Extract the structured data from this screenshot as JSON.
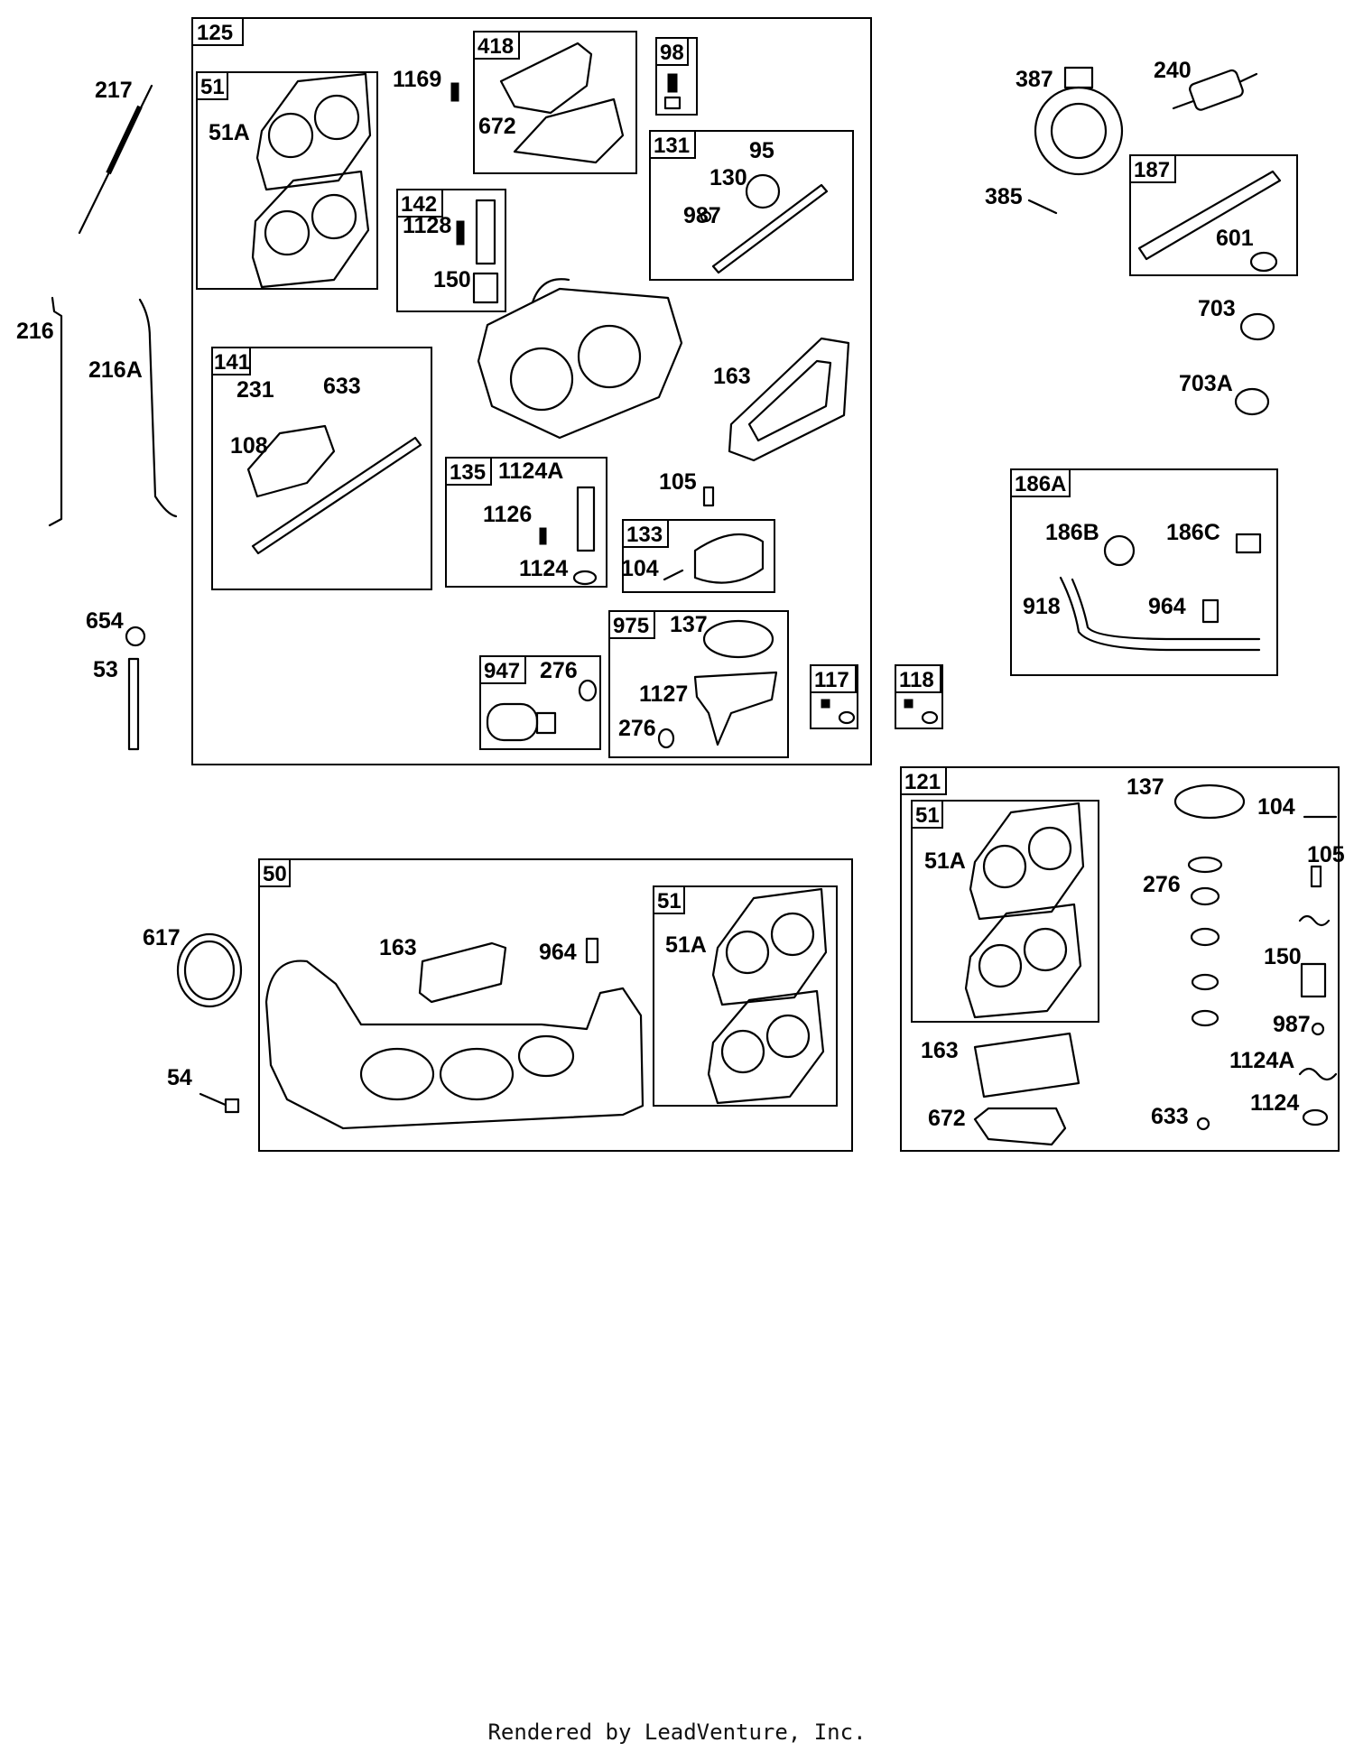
{
  "diagram": {
    "boxes": {
      "b125": "125",
      "b51a": "51",
      "b418": "418",
      "b98": "98",
      "b142": "142",
      "b131": "131",
      "b141": "141",
      "b135": "135",
      "b133": "133",
      "b947": "947",
      "b975": "975",
      "b117": "117",
      "b118": "118",
      "b187": "187",
      "b186A": "186A",
      "b121": "121",
      "b51c": "51",
      "b50": "50",
      "b51b": "51"
    },
    "labels": {
      "l217": "217",
      "l216": "216",
      "l216A": "216A",
      "l654": "654",
      "l53": "53",
      "l51A_1": "51A",
      "l1169": "1169",
      "l672_1": "672",
      "l1128": "1128",
      "l150_1": "150",
      "l95": "95",
      "l130": "130",
      "l987_1": "987",
      "l231": "231",
      "l633_1": "633",
      "l108": "108",
      "l163_1": "163",
      "l1124A_1": "1124A",
      "l1126": "1126",
      "l1124_1": "1124",
      "l105_1": "105",
      "l104_1": "104",
      "l276_1": "276",
      "l137_1": "137",
      "l1127": "1127",
      "l276_2": "276",
      "l387": "387",
      "l240": "240",
      "l385": "385",
      "l601": "601",
      "l703": "703",
      "l703A": "703A",
      "l186B": "186B",
      "l186C": "186C",
      "l918": "918",
      "l964_1": "964",
      "l617": "617",
      "l54": "54",
      "l163_2": "163",
      "l964_2": "964",
      "l51A_2": "51A",
      "l51A_3": "51A",
      "l137_2": "137",
      "l104_2": "104",
      "l105_2": "105",
      "l276_3": "276",
      "l150_2": "150",
      "l987_2": "987",
      "l1124A_2": "1124A",
      "l163_3": "163",
      "l1124_2": "1124",
      "l672_2": "672",
      "l633_2": "633"
    }
  },
  "footer": {
    "text": "Rendered by LeadVenture, Inc."
  }
}
